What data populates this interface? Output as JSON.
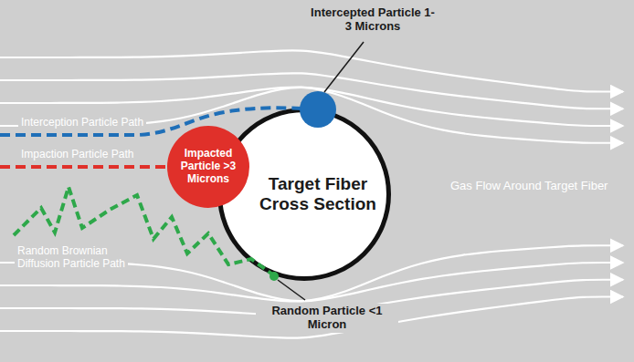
{
  "diagram": {
    "nodes": [
      {
        "text": [
          "Target Fiber Cross Section"
        ]
      },
      {
        "text": [
          "Impacted Particle >3 Microns"
        ]
      }
    ],
    "labels": [
      "Intercepted Particle 1-3 Microns",
      "Interception Particle Path",
      "Impaction Particle Path",
      "Gas Flow Around Target Fiber",
      "Random Brownian Diffusion Particle Path",
      "Random Particle <1 Micron"
    ]
  }
}
